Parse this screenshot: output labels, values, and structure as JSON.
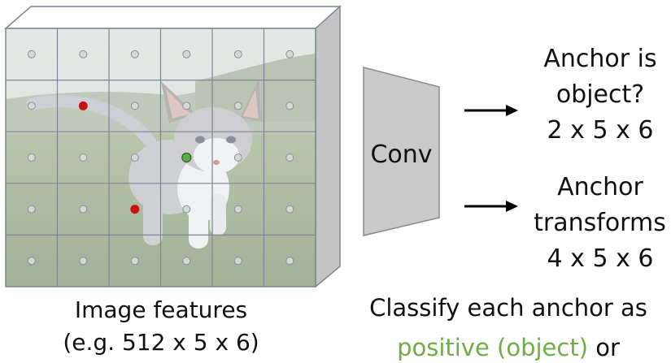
{
  "features": {
    "caption_line1": "Image features",
    "caption_line2": "(e.g. 512 x 5 x 6)",
    "grid": {
      "rows": 5,
      "cols": 6
    },
    "highlighted_anchors": [
      {
        "row": 1,
        "col": 1,
        "label": "negative"
      },
      {
        "row": 3,
        "col": 2,
        "label": "negative"
      },
      {
        "row": 2,
        "col": 3,
        "label": "positive"
      }
    ]
  },
  "conv": {
    "label": "Conv"
  },
  "outputs": {
    "objectness": {
      "line1": "Anchor is",
      "line2": "object?",
      "line3": "2 x 5 x 6"
    },
    "transforms": {
      "line1": "Anchor",
      "line2": "transforms",
      "line3": "4 x 5 x 6"
    }
  },
  "footer": {
    "line1": "Classify each anchor as",
    "positive_text": "positive (object)",
    "line2_rest": " or"
  },
  "colors": {
    "positive": "#5aad44",
    "negative": "#cc1111",
    "neutral": "#d7d7d7",
    "grid": "#7d8694",
    "conv_fill": "#c9c9c9",
    "green_text": "#70ad47"
  }
}
